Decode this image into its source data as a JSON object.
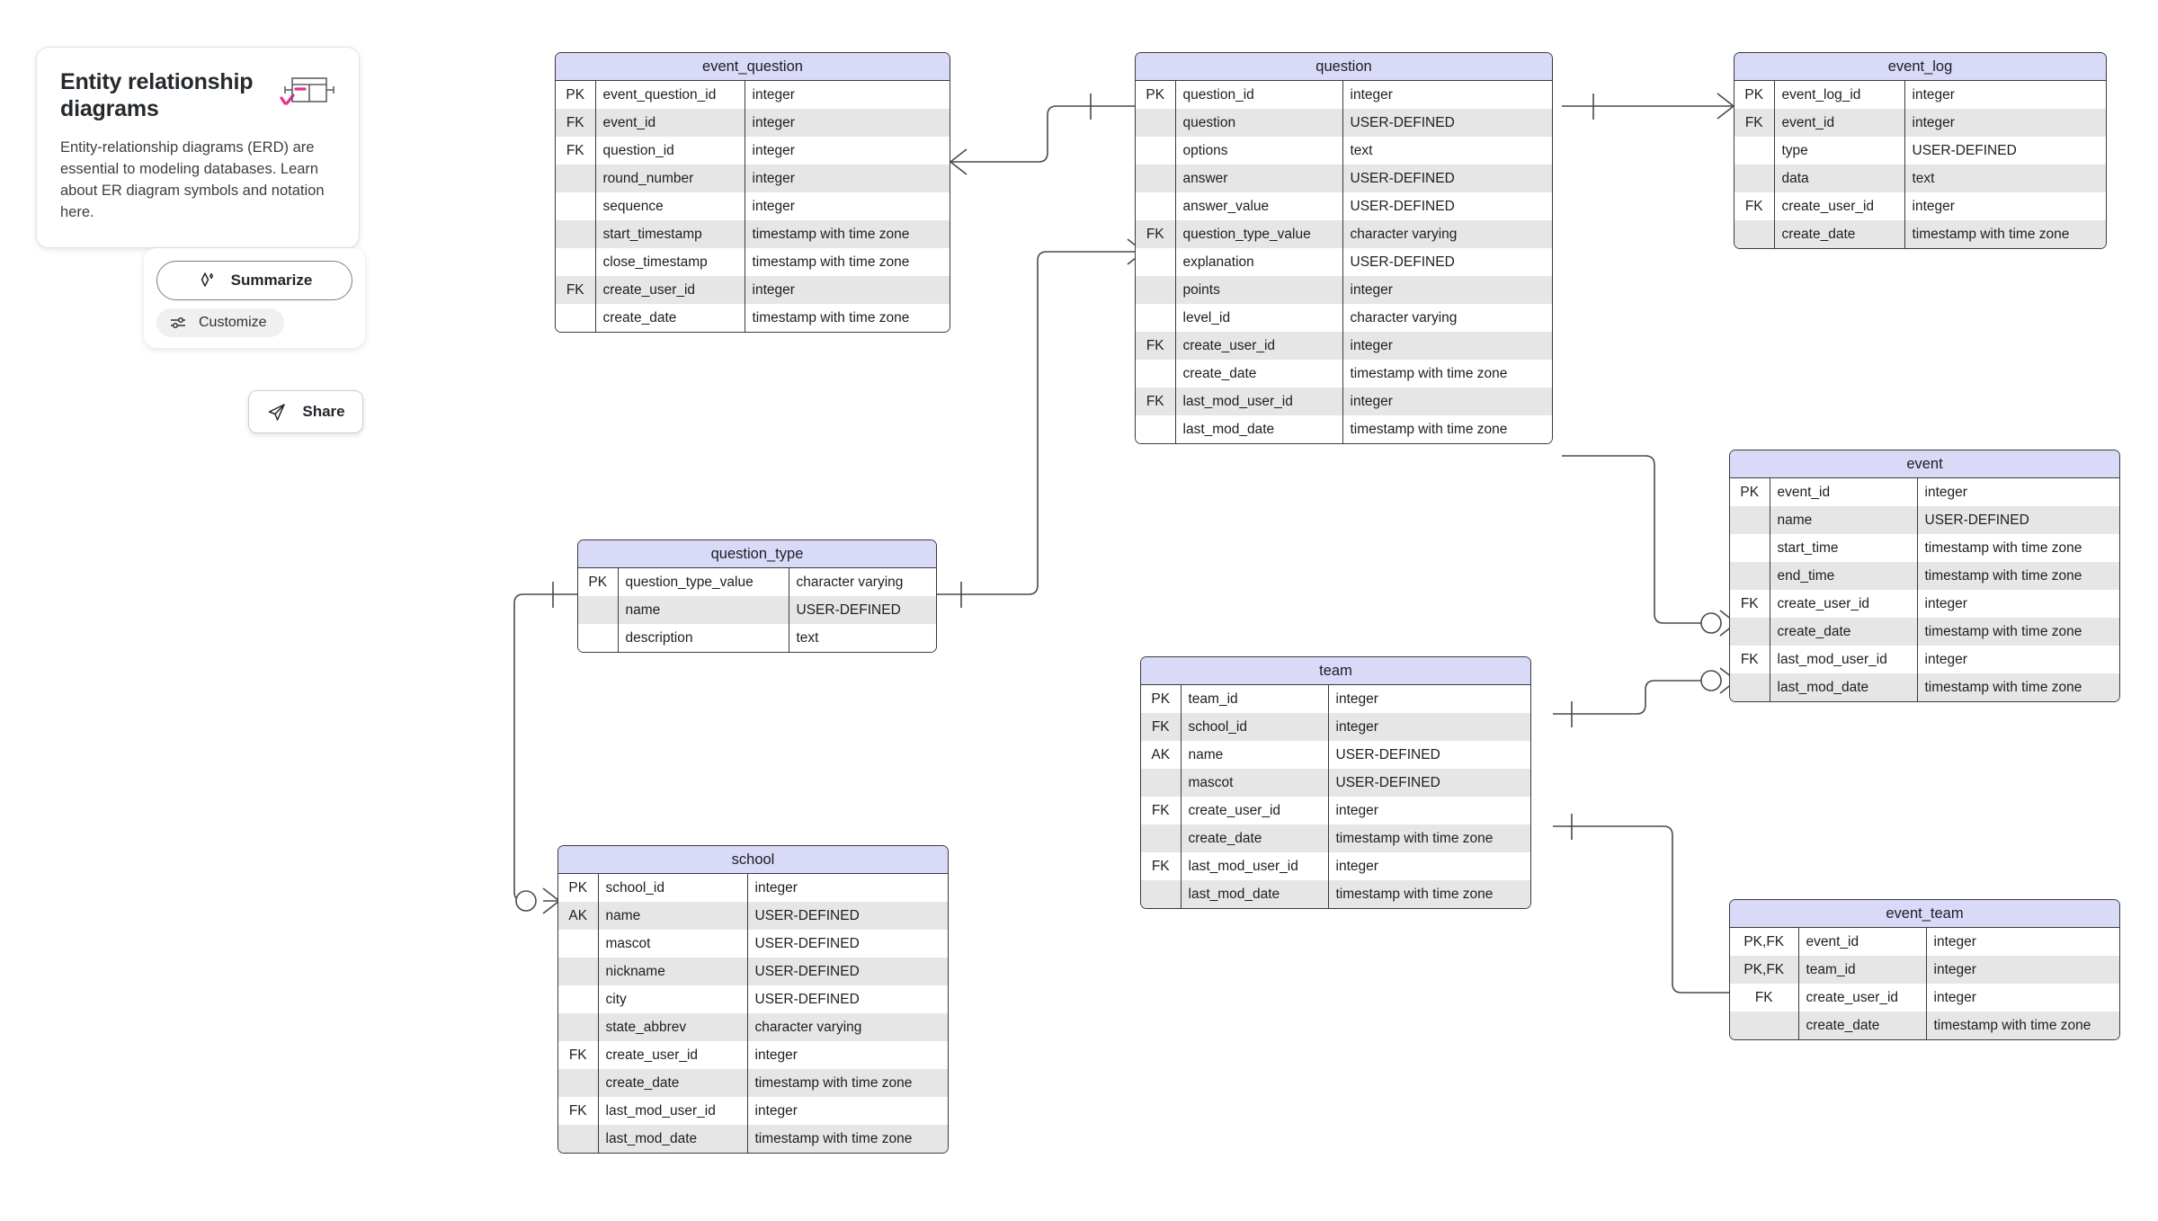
{
  "info_card": {
    "title": "Entity relationship diagrams",
    "body": "Entity-relationship diagrams (ERD) are essential to modeling databases. Learn about ER diagram symbols and notation here.",
    "sparkle_icon": "sparkle-icon",
    "erd_icon": "erd-table-icon"
  },
  "actions": {
    "summarize_label": "Summarize",
    "summarize_icon": "ai-sparkle-icon",
    "customize_label": "Customize",
    "customize_icon": "sliders-icon",
    "share_label": "Share",
    "share_icon": "paper-plane-icon"
  },
  "colors": {
    "entity_header": "#d9d9f8",
    "entity_border": "#3b3b3b",
    "row_alt": "#e6e6e6",
    "accent_pink": "#e5308f"
  },
  "chart_data": {
    "type": "diagram",
    "notation": "crow's foot",
    "entities": [
      {
        "name": "event_question",
        "columns": [
          {
            "key": "PK",
            "name": "event_question_id",
            "type": "integer"
          },
          {
            "key": "FK",
            "name": "event_id",
            "type": "integer"
          },
          {
            "key": "FK",
            "name": "question_id",
            "type": "integer"
          },
          {
            "key": "",
            "name": "round_number",
            "type": "integer"
          },
          {
            "key": "",
            "name": "sequence",
            "type": "integer"
          },
          {
            "key": "",
            "name": "start_timestamp",
            "type": "timestamp with time zone"
          },
          {
            "key": "",
            "name": "close_timestamp",
            "type": "timestamp with time zone"
          },
          {
            "key": "FK",
            "name": "create_user_id",
            "type": "integer"
          },
          {
            "key": "",
            "name": "create_date",
            "type": "timestamp with time zone"
          }
        ]
      },
      {
        "name": "question",
        "columns": [
          {
            "key": "PK",
            "name": "question_id",
            "type": "integer"
          },
          {
            "key": "",
            "name": "question",
            "type": "USER-DEFINED"
          },
          {
            "key": "",
            "name": "options",
            "type": "text"
          },
          {
            "key": "",
            "name": "answer",
            "type": "USER-DEFINED"
          },
          {
            "key": "",
            "name": "answer_value",
            "type": "USER-DEFINED"
          },
          {
            "key": "FK",
            "name": "question_type_value",
            "type": "character varying"
          },
          {
            "key": "",
            "name": "explanation",
            "type": "USER-DEFINED"
          },
          {
            "key": "",
            "name": "points",
            "type": "integer"
          },
          {
            "key": "",
            "name": "level_id",
            "type": "character varying"
          },
          {
            "key": "FK",
            "name": "create_user_id",
            "type": "integer"
          },
          {
            "key": "",
            "name": "create_date",
            "type": "timestamp with time zone"
          },
          {
            "key": "FK",
            "name": "last_mod_user_id",
            "type": "integer"
          },
          {
            "key": "",
            "name": "last_mod_date",
            "type": "timestamp with time zone"
          }
        ]
      },
      {
        "name": "event_log",
        "columns": [
          {
            "key": "PK",
            "name": "event_log_id",
            "type": "integer"
          },
          {
            "key": "FK",
            "name": "event_id",
            "type": "integer"
          },
          {
            "key": "",
            "name": "type",
            "type": "USER-DEFINED"
          },
          {
            "key": "",
            "name": "data",
            "type": "text"
          },
          {
            "key": "FK",
            "name": "create_user_id",
            "type": "integer"
          },
          {
            "key": "",
            "name": "create_date",
            "type": "timestamp with time zone"
          }
        ]
      },
      {
        "name": "question_type",
        "columns": [
          {
            "key": "PK",
            "name": "question_type_value",
            "type": "character varying"
          },
          {
            "key": "",
            "name": "name",
            "type": "USER-DEFINED"
          },
          {
            "key": "",
            "name": "description",
            "type": "text"
          }
        ]
      },
      {
        "name": "event",
        "columns": [
          {
            "key": "PK",
            "name": "event_id",
            "type": "integer"
          },
          {
            "key": "",
            "name": "name",
            "type": "USER-DEFINED"
          },
          {
            "key": "",
            "name": "start_time",
            "type": "timestamp with time zone"
          },
          {
            "key": "",
            "name": "end_time",
            "type": "timestamp with time zone"
          },
          {
            "key": "FK",
            "name": "create_user_id",
            "type": "integer"
          },
          {
            "key": "",
            "name": "create_date",
            "type": "timestamp with time zone"
          },
          {
            "key": "FK",
            "name": "last_mod_user_id",
            "type": "integer"
          },
          {
            "key": "",
            "name": "last_mod_date",
            "type": "timestamp with time zone"
          }
        ]
      },
      {
        "name": "team",
        "columns": [
          {
            "key": "PK",
            "name": "team_id",
            "type": "integer"
          },
          {
            "key": "FK",
            "name": "school_id",
            "type": "integer"
          },
          {
            "key": "AK",
            "name": "name",
            "type": "USER-DEFINED"
          },
          {
            "key": "",
            "name": "mascot",
            "type": "USER-DEFINED"
          },
          {
            "key": "FK",
            "name": "create_user_id",
            "type": "integer"
          },
          {
            "key": "",
            "name": "create_date",
            "type": "timestamp with time zone"
          },
          {
            "key": "FK",
            "name": "last_mod_user_id",
            "type": "integer"
          },
          {
            "key": "",
            "name": "last_mod_date",
            "type": "timestamp with time zone"
          }
        ]
      },
      {
        "name": "school",
        "columns": [
          {
            "key": "PK",
            "name": "school_id",
            "type": "integer"
          },
          {
            "key": "AK",
            "name": "name",
            "type": "USER-DEFINED"
          },
          {
            "key": "",
            "name": "mascot",
            "type": "USER-DEFINED"
          },
          {
            "key": "",
            "name": "nickname",
            "type": "USER-DEFINED"
          },
          {
            "key": "",
            "name": "city",
            "type": "USER-DEFINED"
          },
          {
            "key": "",
            "name": "state_abbrev",
            "type": "character varying"
          },
          {
            "key": "FK",
            "name": "create_user_id",
            "type": "integer"
          },
          {
            "key": "",
            "name": "create_date",
            "type": "timestamp with time zone"
          },
          {
            "key": "FK",
            "name": "last_mod_user_id",
            "type": "integer"
          },
          {
            "key": "",
            "name": "last_mod_date",
            "type": "timestamp with time zone"
          }
        ]
      },
      {
        "name": "event_team",
        "columns": [
          {
            "key": "PK,FK",
            "name": "event_id",
            "type": "integer"
          },
          {
            "key": "PK,FK",
            "name": "team_id",
            "type": "integer"
          },
          {
            "key": "FK",
            "name": "create_user_id",
            "type": "integer"
          },
          {
            "key": "",
            "name": "create_date",
            "type": "timestamp with time zone"
          }
        ]
      }
    ],
    "relationships": [
      {
        "from": "question",
        "to": "event_question",
        "from_card": "one",
        "to_card": "many"
      },
      {
        "from": "question",
        "to": "event_log",
        "from_card": "one",
        "to_card": "many"
      },
      {
        "from": "question_type",
        "to": "question",
        "from_card": "one",
        "to_card": "many"
      },
      {
        "from": "question",
        "to": "event",
        "from_card": "one",
        "to_card": "zero-or-many"
      },
      {
        "from": "team",
        "to": "event",
        "from_card": "one",
        "to_card": "zero-or-many"
      },
      {
        "from": "team",
        "to": "event_team",
        "from_card": "one",
        "to_card": "many"
      },
      {
        "from": "question_type",
        "to": "school",
        "from_card": "one",
        "to_card": "zero-or-many"
      }
    ]
  }
}
